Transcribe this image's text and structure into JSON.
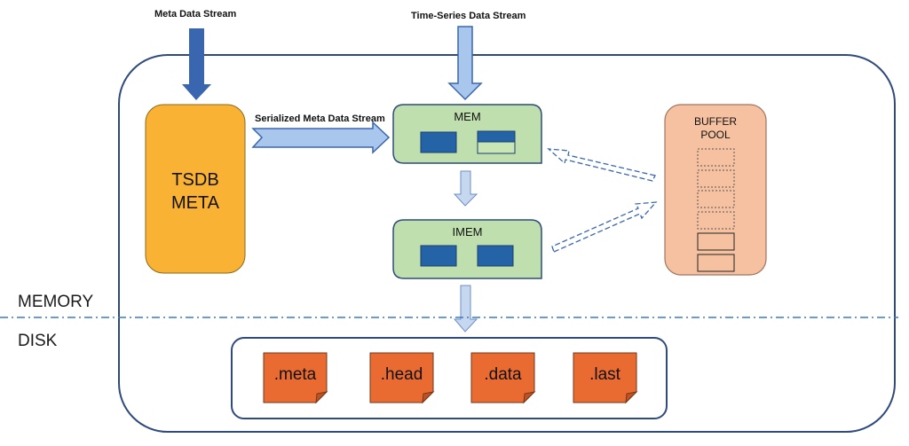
{
  "labels": {
    "meta_stream": "Meta Data Stream",
    "ts_stream": "Time-Series Data Stream",
    "serialized_stream": "Serialized Meta Data Stream",
    "tsdb_line1": "TSDB",
    "tsdb_line2": "META",
    "mem": "MEM",
    "imem": "IMEM",
    "buffer_line1": "BUFFER",
    "buffer_line2": "POOL",
    "memory": "MEMORY",
    "disk": "DISK"
  },
  "files": [
    ".meta",
    ".head",
    ".data",
    ".last"
  ],
  "colors": {
    "outline": "#2f4a7c",
    "tsdb_fill": "#f9b234",
    "tsdb_stroke": "#8a6a1e",
    "mem_fill": "#bfe0ae",
    "mem_stroke": "#2f4a7c",
    "block_fill": "#2463a6",
    "buffer_fill": "#f6c1a0",
    "buffer_stroke": "#a17560",
    "file_fill": "#ea6b31",
    "arrow_light": "#a9c7ec",
    "arrow_dark": "#3a66b0",
    "separator": "#3d79c2"
  }
}
